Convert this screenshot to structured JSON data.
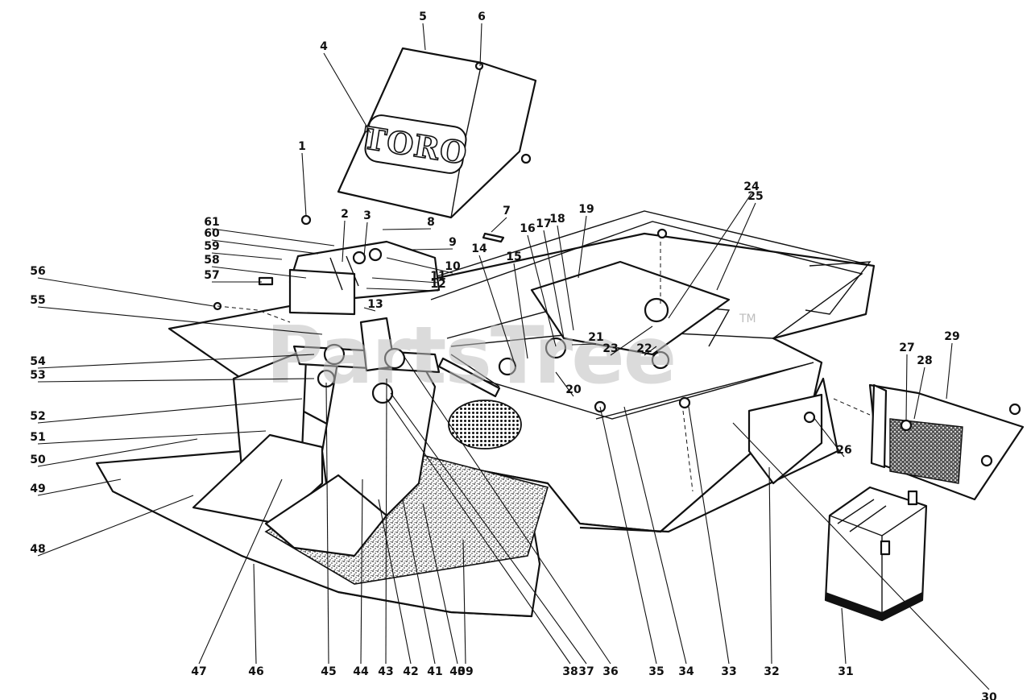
{
  "diagram": {
    "brand_logo_text": "TORO",
    "watermark_text": "PartsTree",
    "watermark_tm": "TM",
    "callouts": [
      "1",
      "2",
      "3",
      "4",
      "5",
      "6",
      "7",
      "8",
      "9",
      "10",
      "11",
      "12",
      "13",
      "14",
      "15",
      "16",
      "17",
      "18",
      "19",
      "20",
      "21",
      "22",
      "23",
      "24",
      "25",
      "26",
      "27",
      "28",
      "29",
      "30",
      "31",
      "32",
      "33",
      "34",
      "35",
      "36",
      "37",
      "38",
      "39",
      "40",
      "41",
      "42",
      "43",
      "44",
      "45",
      "46",
      "47",
      "48",
      "49",
      "50",
      "51",
      "52",
      "53",
      "54",
      "55",
      "56",
      "57",
      "58",
      "59",
      "60",
      "61"
    ],
    "colors": {
      "ink": "#111111",
      "paper": "#ffffff",
      "watermark": "#bfbfbf",
      "stipple": "#2a2a2a"
    }
  }
}
